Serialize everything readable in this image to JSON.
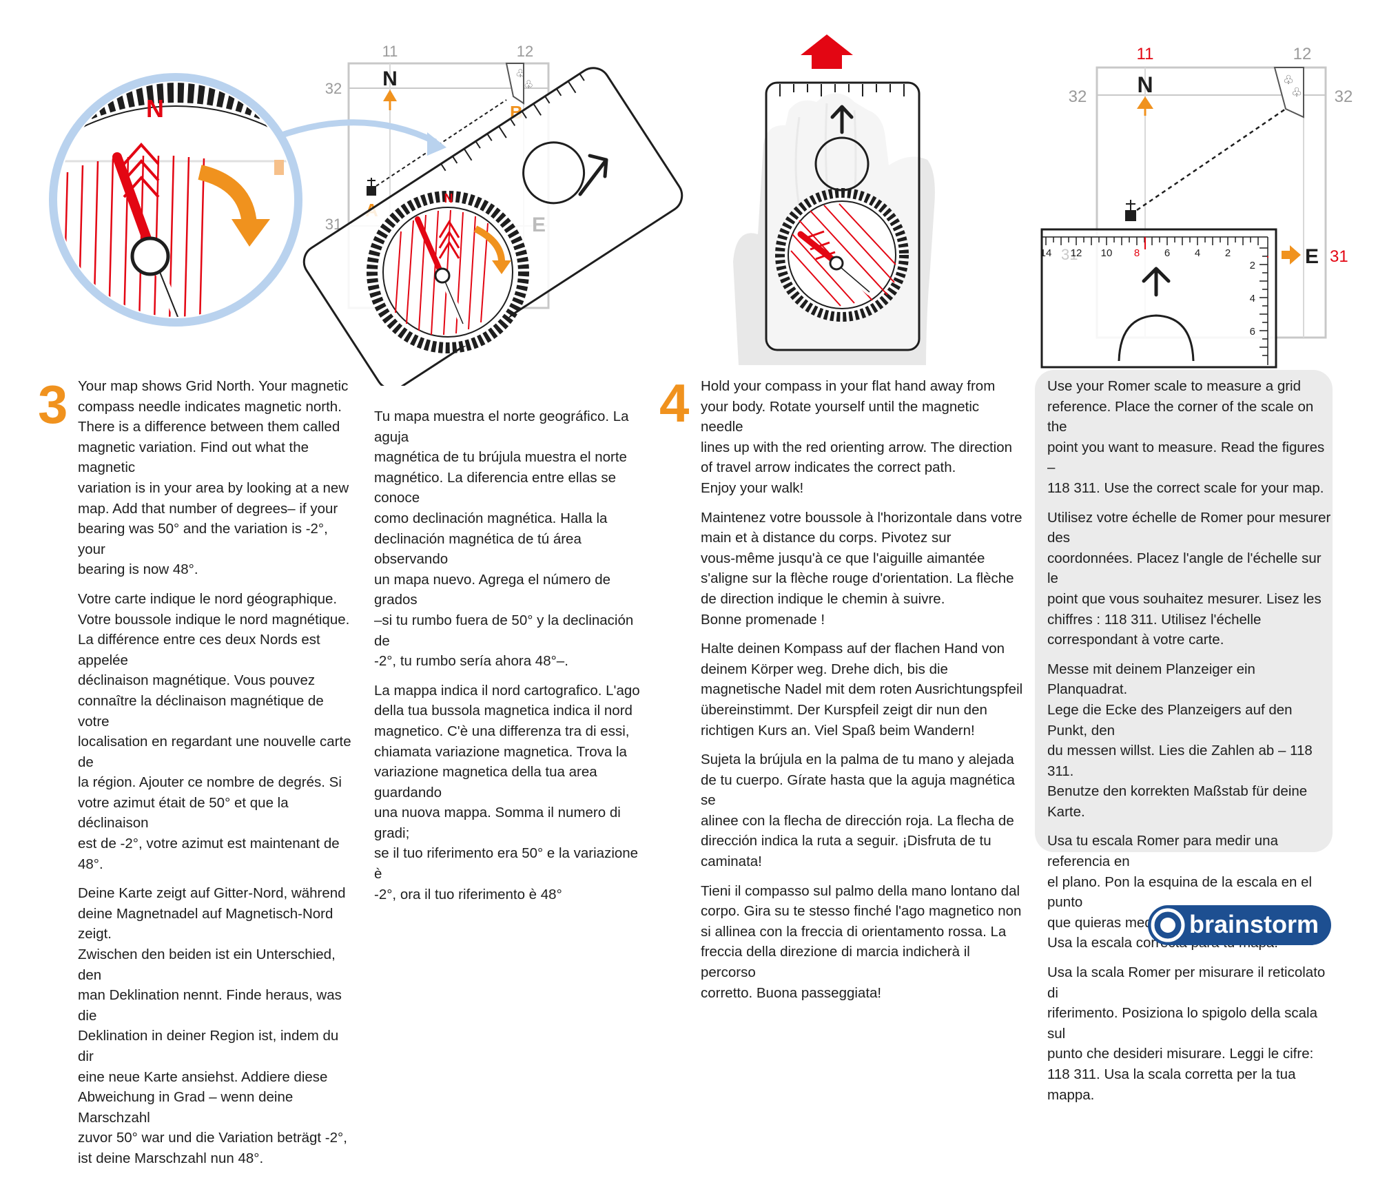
{
  "colors": {
    "accent_orange": "#f0921e",
    "red": "#e30613",
    "navy": "#1d4f91",
    "light_blue": "#b9d2ee",
    "box_grey": "#ebebeb"
  },
  "icons": [
    "magnifier-circle-illustration",
    "compass-on-map-illustration",
    "hand-holding-compass-illustration",
    "romer-scale-illustration",
    "brainstorm-logo"
  ],
  "illustrations": {
    "map_a": {
      "grid_labels": {
        "top_left": "11",
        "top_right": "12",
        "left_upper": "32",
        "left_lower": "31"
      },
      "north": "N",
      "point_a": "A",
      "point_b": "B",
      "east": "E",
      "magnifier_north": "N",
      "bezel_north": "N"
    },
    "map_b": {
      "grid_labels": {
        "top_left": "11",
        "top_right": "12",
        "left": "32",
        "right": "32",
        "right_e_value": "31",
        "scale_bg_31": "31"
      },
      "north": "N",
      "east": "E",
      "scale_numbers_horizontal": [
        "14",
        "12",
        "10",
        "8",
        "6",
        "4",
        "2"
      ],
      "scale_numbers_vertical": [
        "2",
        "4",
        "6"
      ]
    }
  },
  "step3": {
    "number": "3",
    "en": "Your map shows Grid North. Your magnetic\ncompass needle indicates magnetic north.\nThere is a difference between them called\nmagnetic variation. Find out what the magnetic\nvariation is in your area by looking at a new\nmap. Add that number of degrees– if your\nbearing was 50° and the variation is -2°, your\nbearing is now 48°.",
    "fr": "Votre carte indique le nord géographique.\nVotre boussole indique le nord magnétique.\nLa différence entre ces deux Nords est appelée\ndéclinaison magnétique. Vous pouvez\nconnaître la déclinaison magnétique de votre\nlocalisation en regardant une nouvelle carte de\nla région. Ajouter ce nombre de degrés. Si\nvotre azimut était de 50° et que la déclinaison\nest de -2°, votre azimut est maintenant de 48°.",
    "de": "Deine Karte zeigt auf Gitter-Nord, während\ndeine Magnetnadel auf Magnetisch-Nord zeigt.\nZwischen den beiden ist ein Unterschied, den\nman Deklination nennt. Finde heraus, was die\nDeklination in deiner Region ist, indem du dir\neine neue Karte ansiehst. Addiere diese\nAbweichung in Grad –  wenn deine Marschzahl\nzuvor 50° war und die Variation beträgt -2°,\nist deine Marschzahl nun 48°.",
    "es": "Tu mapa muestra el norte geográfico. La aguja\nmagnética de tu brújula muestra el norte\nmagnético. La diferencia entre ellas se conoce\ncomo declinación magnética. Halla la\ndeclinación magnética de tú área observando\nun mapa nuevo. Agrega el número de grados\n–si tu rumbo fuera de 50° y la declinación de\n-2°, tu rumbo sería ahora 48°–.",
    "it": "La mappa indica il nord cartografico. L'ago\ndella tua bussola magnetica indica il nord\nmagnetico. C'è una differenza tra di essi,\nchiamata variazione magnetica. Trova la\nvariazione magnetica della tua area guardando\nuna nuova mappa. Somma il numero di gradi;\nse il tuo riferimento era 50° e la variazione è\n-2°, ora il tuo riferimento è 48°"
  },
  "step4": {
    "number": "4",
    "en": "Hold your compass in your flat hand away from\nyour body. Rotate yourself until the magnetic needle\nlines up with the red orienting arrow. The direction\nof travel arrow indicates the correct path.\nEnjoy your walk!",
    "fr": "Maintenez votre boussole à l'horizontale dans votre\nmain et à distance du corps. Pivotez sur\nvous-même jusqu'à ce que l'aiguille aimantée\ns'aligne sur la flèche rouge d'orientation. La flèche\nde direction indique le chemin à suivre.\nBonne promenade !",
    "de": "Halte deinen Kompass auf der flachen Hand von\ndeinem Körper weg. Drehe dich, bis die\nmagnetische Nadel  mit dem roten Ausrichtungspfeil\nübereinstimmt. Der Kurspfeil zeigt dir nun den\nrichtigen Kurs an. Viel Spaß beim Wandern!",
    "es": "Sujeta la brújula en la palma de tu mano y alejada\nde tu cuerpo. Gírate hasta que la aguja magnética se\nalinee con la flecha de dirección roja. La flecha de\ndirección indica la ruta a seguir. ¡Disfruta de tu\ncaminata!",
    "it": "Tieni il compasso sul palmo della mano lontano dal\ncorpo. Gira su te stesso finché l'ago magnetico non\nsi allinea con la freccia di orientamento rossa. La\nfreccia della direzione di marcia indicherà il percorso\ncorretto. Buona passeggiata!"
  },
  "romer": {
    "en": "Use your Romer scale to measure a grid\nreference. Place the corner of the scale on the\npoint you want to measure. Read the figures –\n118 311. Use the correct scale for your map.",
    "fr": "Utilisez votre échelle de Romer pour mesurer des\ncoordonnées. Placez l'angle de l'échelle sur le\npoint que vous souhaitez mesurer. Lisez les\nchiffres : 118 311. Utilisez l'échelle\ncorrespondant à votre carte.",
    "de": "Messe mit deinem Planzeiger ein Planquadrat.\nLege die Ecke des Planzeigers auf den Punkt, den\ndu messen willst. Lies die Zahlen ab  – 118 311.\nBenutze den korrekten Maßstab für deine Karte.",
    "es": "Usa tu escala Romer para medir una referencia en\nel plano. Pon la esquina de la escala en el punto\nque quieras medir. Lee las cifras – 118 311–.\nUsa la escala correcta para tu mapa.",
    "it": "Usa la scala Romer per misurare il reticolato di\nriferimento. Posiziona lo spigolo della scala sul\npunto che desideri misurare. Leggi le cifre:\n118 311. Usa la scala corretta per la tua mappa."
  },
  "logo": {
    "text": "brainstorm"
  }
}
